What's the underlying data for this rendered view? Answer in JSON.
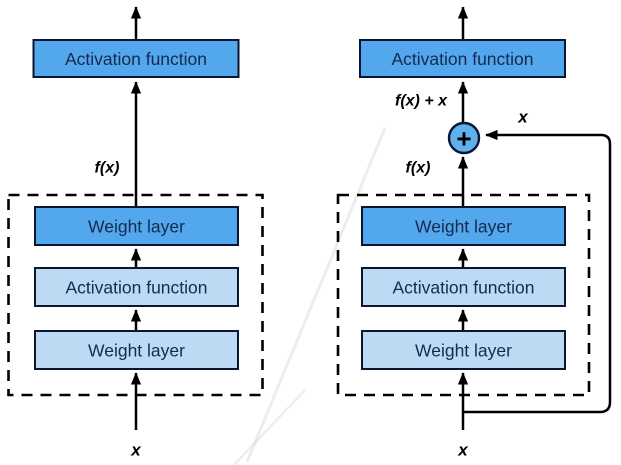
{
  "diagram": {
    "title_hidden": "",
    "left": {
      "output_box_label": "Activation function",
      "fx_label": "f(x)",
      "stack": [
        "Weight layer",
        "Activation function",
        "Weight layer"
      ],
      "input_label": "x"
    },
    "right": {
      "output_box_label": "Activation function",
      "sum_label": "f(x) + x",
      "plus_symbol": "+",
      "skip_label": "x",
      "fx_label": "f(x)",
      "stack": [
        "Weight layer",
        "Activation function",
        "Weight layer"
      ],
      "input_label": "x"
    }
  },
  "colors": {
    "background": "#ffffff",
    "box_dark": "#53a8ed",
    "box_light": "#bddaf5",
    "circle_fill": "#5fb0ee",
    "box_border": "#0a1630",
    "box_text": "#16294e",
    "line": "#000000",
    "label_text": "#000000",
    "watermark_gray": "#bfbfbf",
    "watermark_pink": "#e6bcbc"
  }
}
